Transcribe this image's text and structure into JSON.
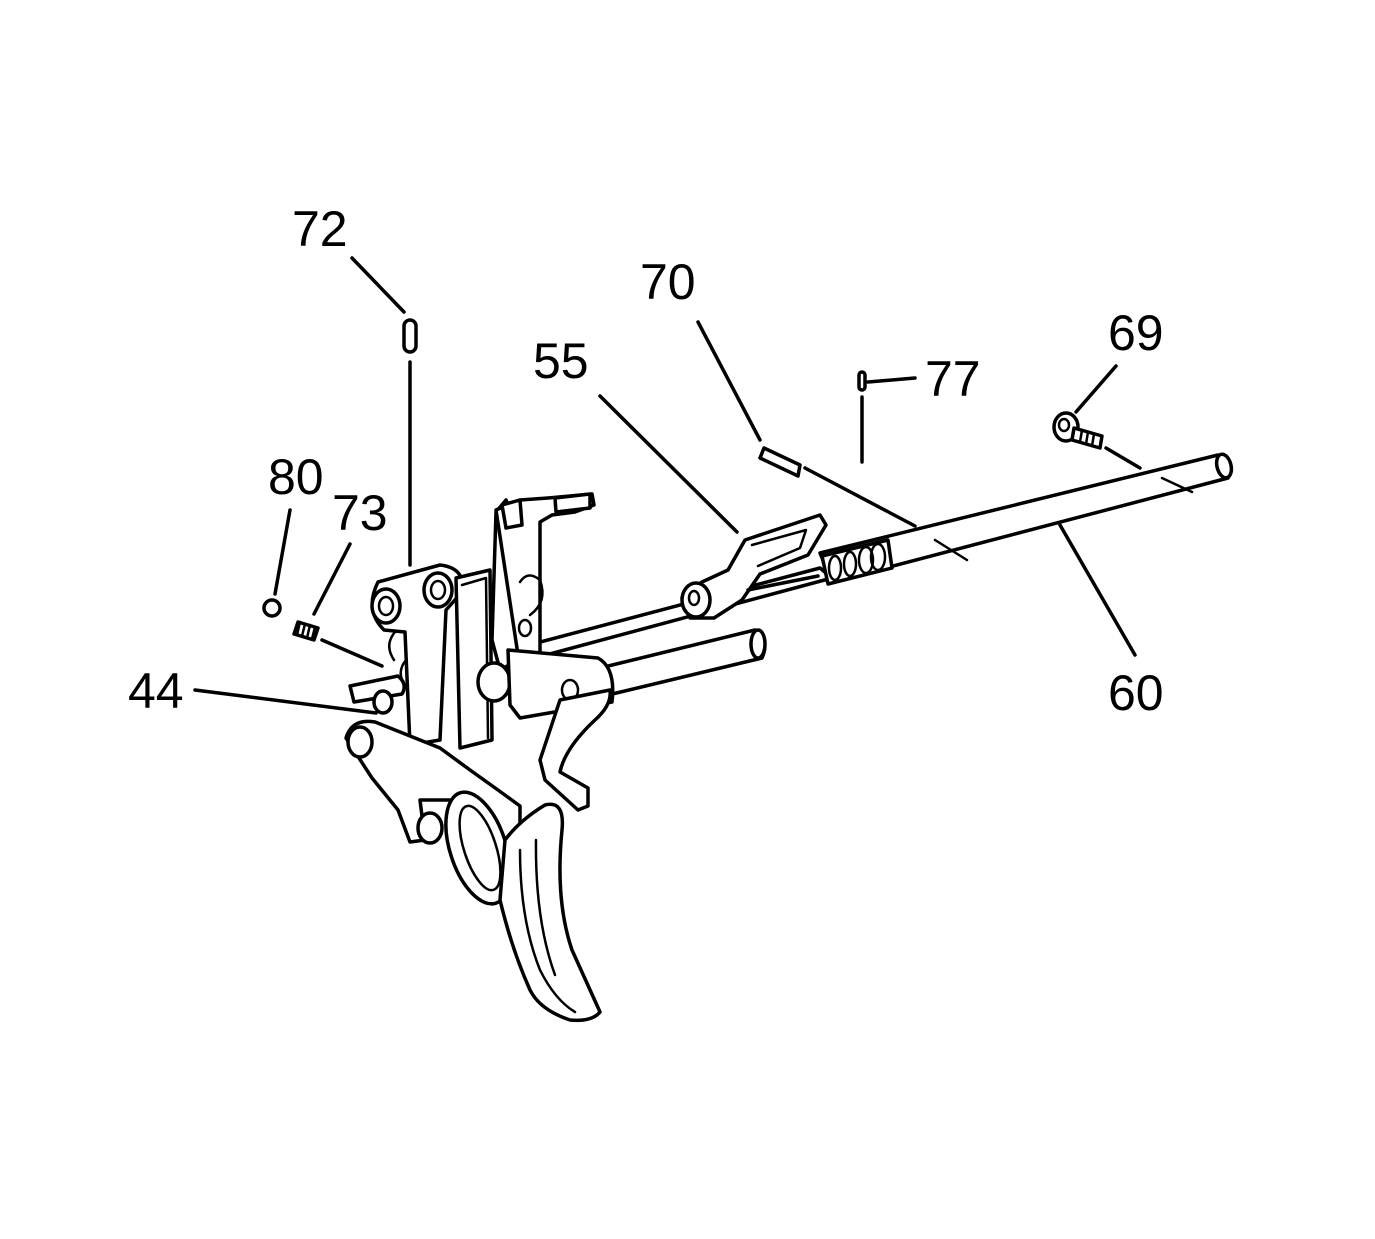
{
  "callouts": {
    "c72": "72",
    "c70": "70",
    "c55": "55",
    "c77": "77",
    "c69": "69",
    "c80": "80",
    "c73": "73",
    "c44": "44",
    "c60": "60"
  },
  "colors": {
    "line": "#000000",
    "background": "#ffffff"
  }
}
